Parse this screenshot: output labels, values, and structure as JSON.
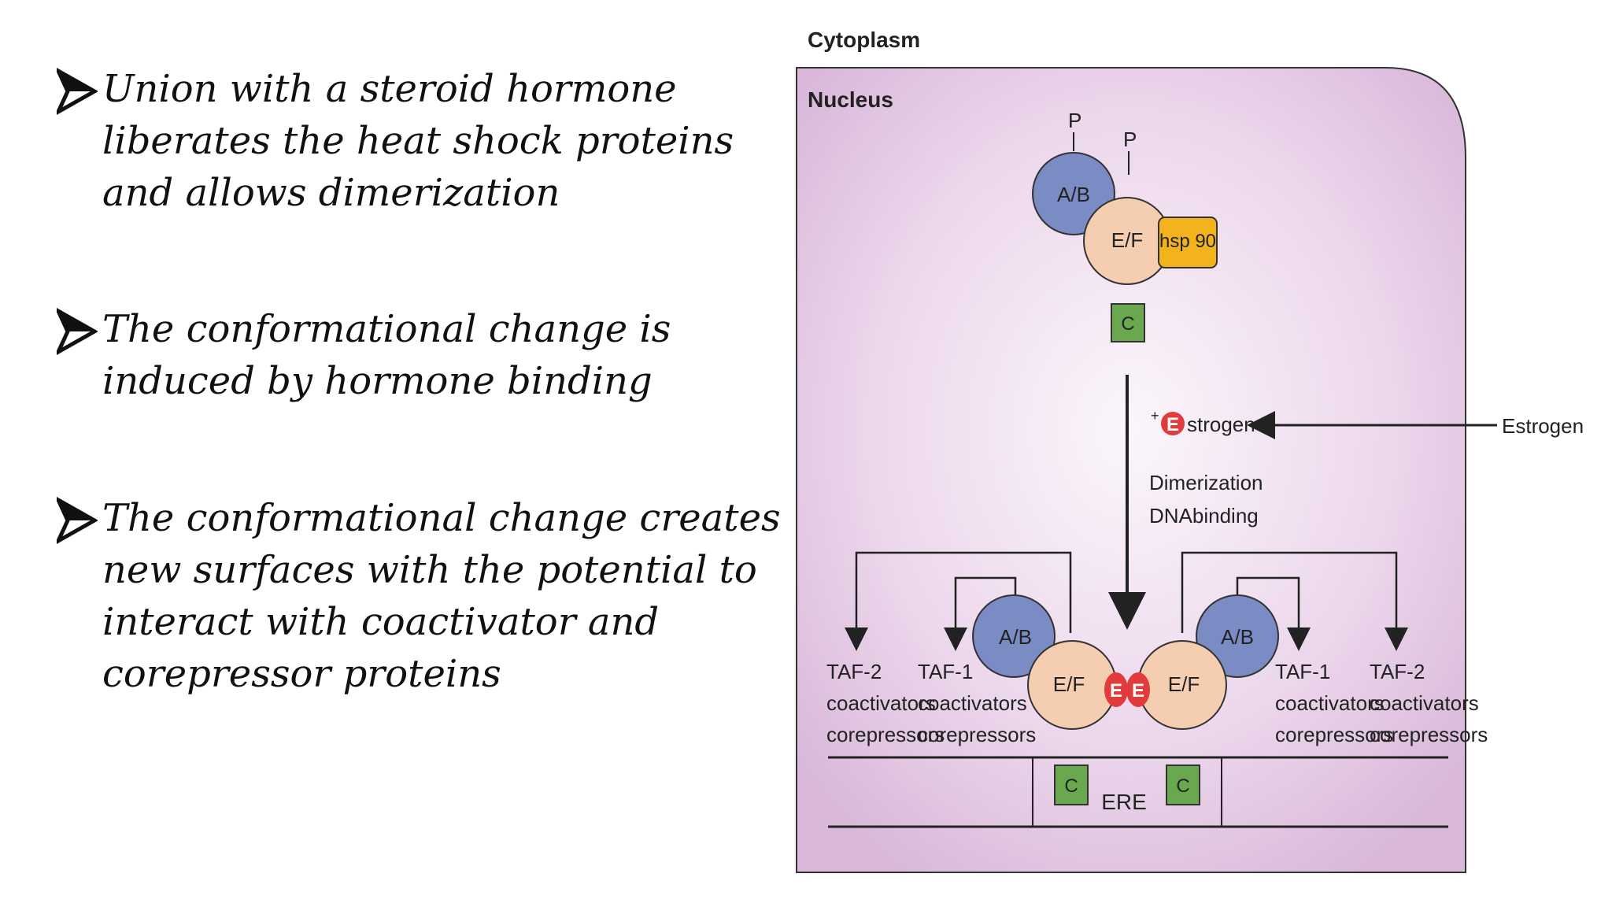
{
  "bullets": [
    "Union with a steroid hormone liberates the heat shock proteins and allows dimerization",
    "The conformational change is induced by hormone binding",
    "The conformational change creates new surfaces with the potential to interact with coactivator and corepressor proteins"
  ],
  "diagram": {
    "cytoplasm_label": "Cytoplasm",
    "nucleus_label": "Nucleus",
    "p_label": "P",
    "ab_label": "A/B",
    "ef_label": "E/F",
    "c_label": "C",
    "hsp_label": "hsp 90",
    "plus": "+",
    "e_badge": "E",
    "strogen": "strogen",
    "estrogen": "Estrogen",
    "dimerization": "Dimerization",
    "dnabinding": "DNAbinding",
    "taf2": "TAF-2",
    "taf1": "TAF-1",
    "coactivators": "coactivators",
    "corepressors": "corepressors",
    "ere": "ERE"
  }
}
